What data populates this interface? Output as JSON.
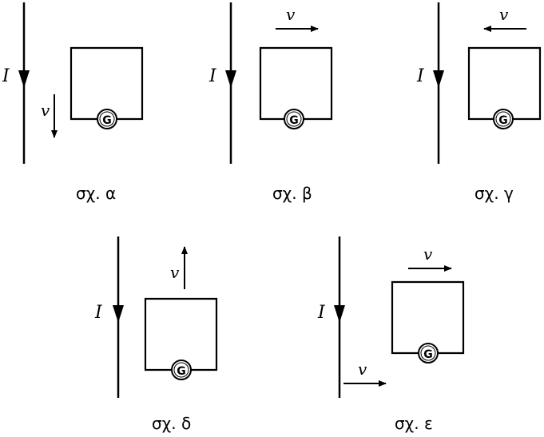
{
  "current_label": "I",
  "velocity_label": "v",
  "galvanometer_label": "G",
  "figures": [
    {
      "caption": "σχ. α",
      "current_direction": "down",
      "velocity_direction": "down"
    },
    {
      "caption": "σχ. β",
      "current_direction": "down",
      "velocity_direction": "right"
    },
    {
      "caption": "σχ. γ",
      "current_direction": "down",
      "velocity_direction": "left"
    },
    {
      "caption": "σχ. δ",
      "current_direction": "down",
      "velocity_direction": "up"
    },
    {
      "caption": "σχ. ε",
      "current_direction": "down",
      "velocity_direction": "right",
      "second_velocity_direction": "right"
    }
  ]
}
